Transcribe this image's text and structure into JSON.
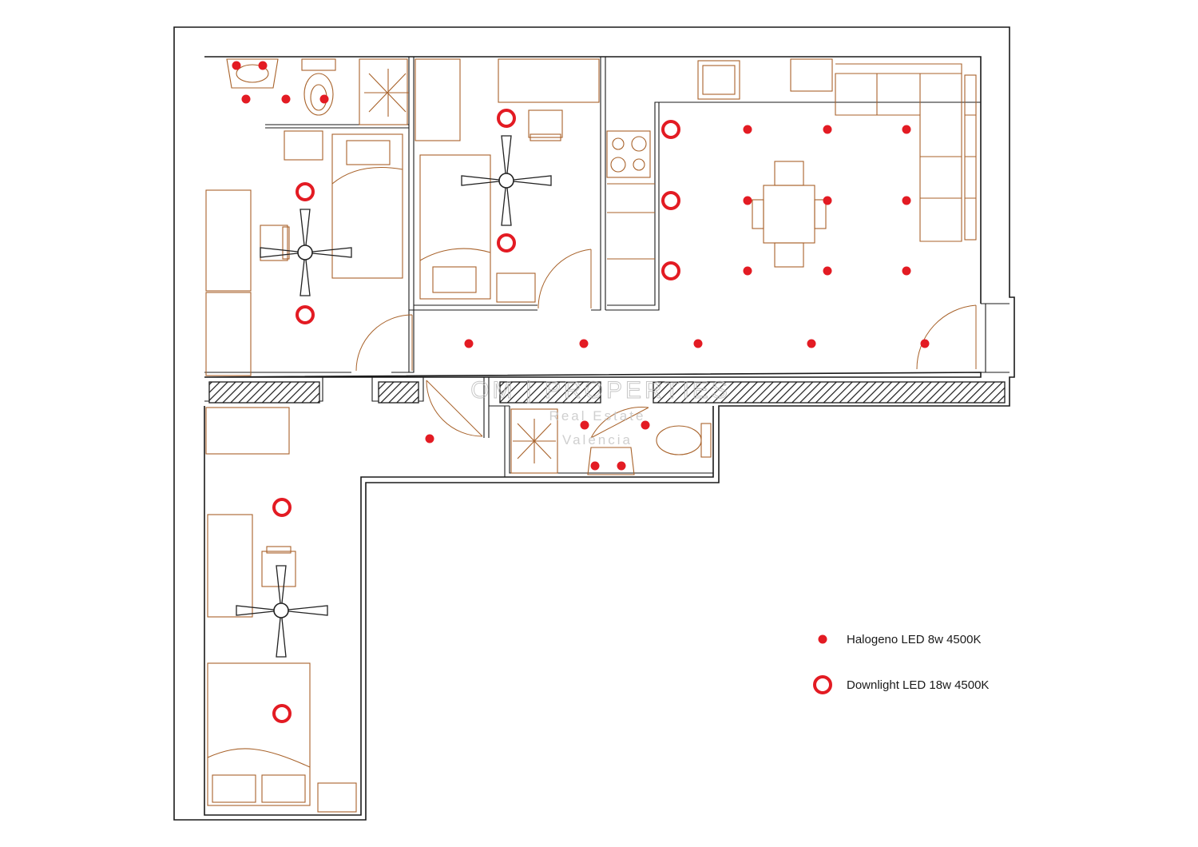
{
  "watermark": {
    "brand": "OM | PROPERTIES",
    "line1": "Real Estate",
    "line2": "Valencia"
  },
  "legend": {
    "halogen_label": "Halogeno LED 8w 4500K",
    "downlight_label": "Downlight LED 18w 4500K"
  },
  "colors": {
    "wall": "#1a1a1a",
    "furniture": "#a8622a",
    "light_fixture": "#e31b23"
  },
  "icons": {
    "halogen": "small-filled-red-dot",
    "downlight": "red-ring",
    "ceiling_fan": "three-blade-fan"
  }
}
